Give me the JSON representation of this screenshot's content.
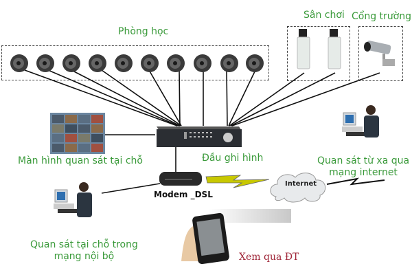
{
  "title": "Sơ đồ hệ thống camera giám sát",
  "zones": {
    "classroom": {
      "label": "Phòng học",
      "camera_count": 10
    },
    "playground": {
      "label": "Sân chơi",
      "camera_count": 2
    },
    "gate": {
      "label": "Cổng trường",
      "camera_count": 1
    }
  },
  "devices": {
    "monitor": {
      "label": "Màn hình quan sát tại chỗ"
    },
    "dvr": {
      "label": "Đầu ghi hình"
    },
    "modem": {
      "label": "Modem _DSL"
    },
    "internet": {
      "label": "Internet"
    },
    "remote_viewer": {
      "label_line1": "Quan sát từ xa qua",
      "label_line2": "mạng internet"
    },
    "local_viewer": {
      "label_line1": "Quan sát tại chỗ trong",
      "label_line2": "mạng nội bộ"
    },
    "phone": {
      "label": "Xem qua ĐT"
    }
  },
  "colors": {
    "label_green": "#3a9a3a",
    "phone_label": "#a0283a",
    "link_yellow": "#c8c800",
    "wire": "#111111"
  }
}
